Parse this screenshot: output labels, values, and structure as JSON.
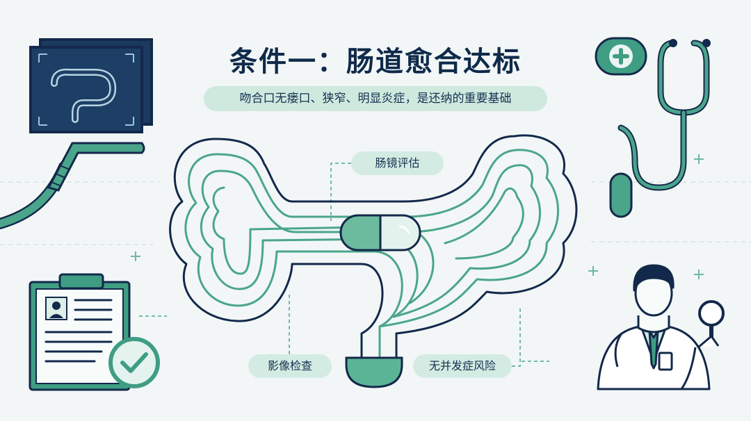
{
  "title": "条件一：肠道愈合达标",
  "subtitle": "吻合口无瘘口、狭窄、明显炎症，是还纳的重要基础",
  "labels": {
    "endoscopy": "肠镜评估",
    "imaging": "影像检查",
    "no_complication": "无并发症风险"
  },
  "colors": {
    "navy": "#13294b",
    "teal": "#4aa58b",
    "light_teal": "#d4ebe3",
    "background": "#f2f6f6"
  },
  "icons": [
    "xray-film-icon",
    "endoscope-tube-icon",
    "medical-cross-badge-icon",
    "stethoscope-icon",
    "clipboard-report-icon",
    "check-circle-icon",
    "doctor-icon",
    "intestine-illustration",
    "capsule-icon"
  ]
}
